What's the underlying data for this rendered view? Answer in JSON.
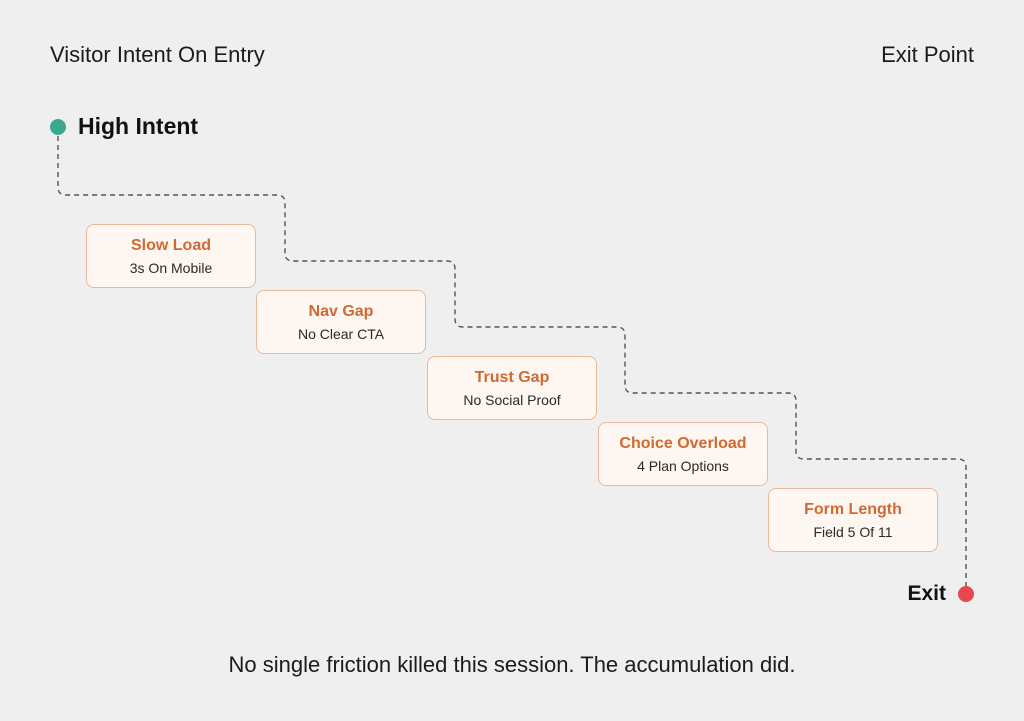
{
  "header": {
    "left_label": "Visitor Intent On Entry",
    "right_label": "Exit Point"
  },
  "start": {
    "label": "High Intent",
    "dot_color": "#3aa992"
  },
  "exit": {
    "label": "Exit",
    "dot_color": "#e5484d"
  },
  "steps": [
    {
      "title": "Slow Load",
      "subtitle": "3s On Mobile"
    },
    {
      "title": "Nav Gap",
      "subtitle": "No Clear CTA"
    },
    {
      "title": "Trust Gap",
      "subtitle": "No Social Proof"
    },
    {
      "title": "Choice Overload",
      "subtitle": "4 Plan Options"
    },
    {
      "title": "Form Length",
      "subtitle": "Field 5 Of 11"
    }
  ],
  "colors": {
    "background": "#efefef",
    "card_border": "#ebb89b",
    "card_fill": "#fdf6f1",
    "card_title": "#cf6a31",
    "path_line": "#555555"
  },
  "caption": "No single friction killed this session. The accumulation did."
}
